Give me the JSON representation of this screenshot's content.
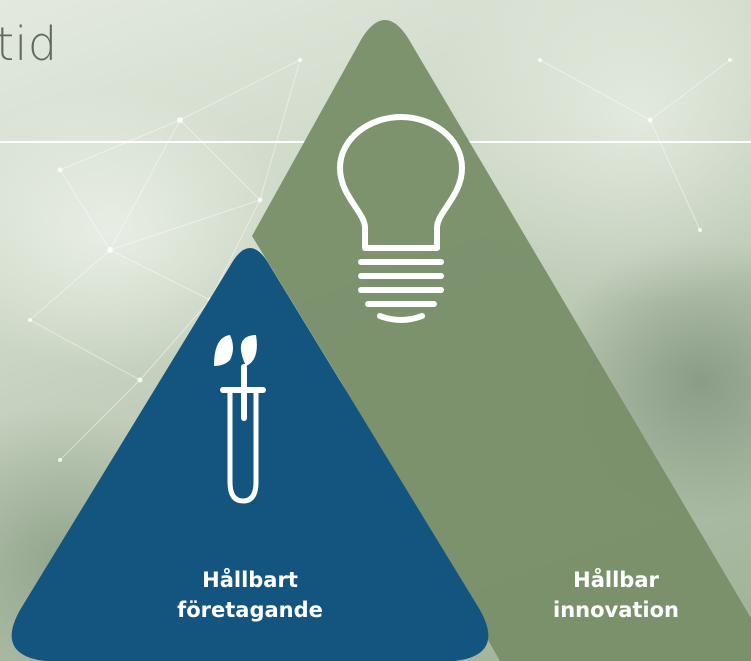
{
  "header": {
    "title": "tid"
  },
  "pillars": [
    {
      "label": "Hållbart\nföretagande",
      "icon": "seedling-test-tube-icon",
      "color": "#14557f"
    },
    {
      "label": "Hållbar\ninnovation",
      "icon": "light-bulb-icon",
      "color": "#79906a"
    }
  ],
  "colors": {
    "blue_triangle": "#14557f",
    "green_triangle": "#79906a",
    "title_text": "#5f6a5c",
    "rule": "#ffffff"
  }
}
